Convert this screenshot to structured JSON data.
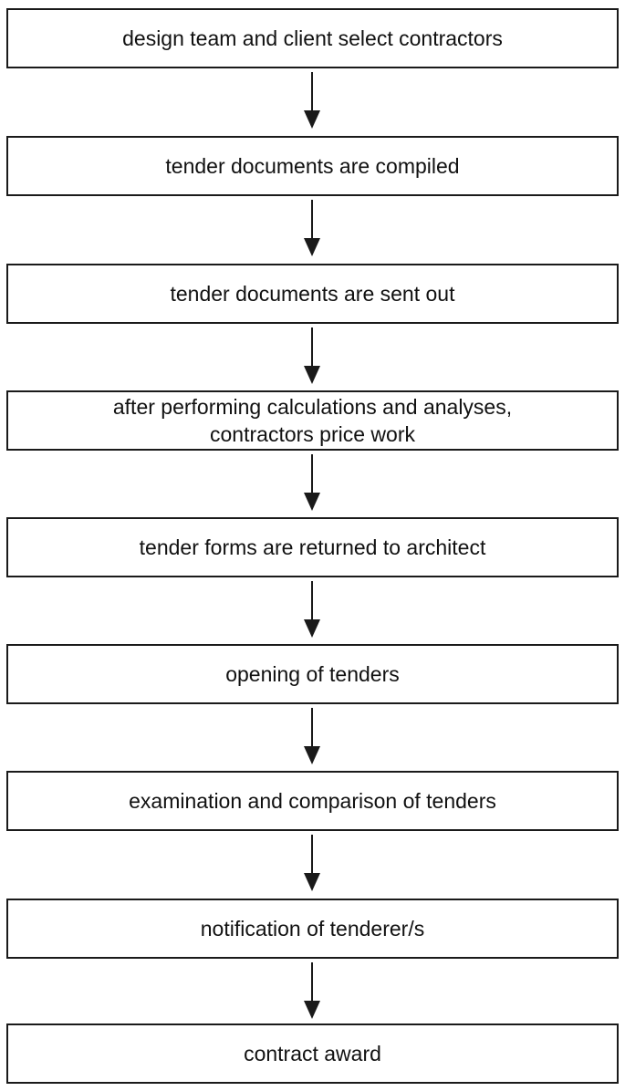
{
  "flowchart": {
    "steps": [
      {
        "label": "design team and client select contractors"
      },
      {
        "label": "tender documents are compiled"
      },
      {
        "label": "tender documents are sent out"
      },
      {
        "label": "after performing calculations and analyses,\ncontractors price work"
      },
      {
        "label": "tender forms are returned to architect"
      },
      {
        "label": "opening of tenders"
      },
      {
        "label": "examination and comparison of tenders"
      },
      {
        "label": "notification of tenderer/s"
      },
      {
        "label": "contract award"
      }
    ],
    "colors": {
      "stroke": "#1a1a1a",
      "text": "#111111",
      "background": "#ffffff"
    }
  }
}
